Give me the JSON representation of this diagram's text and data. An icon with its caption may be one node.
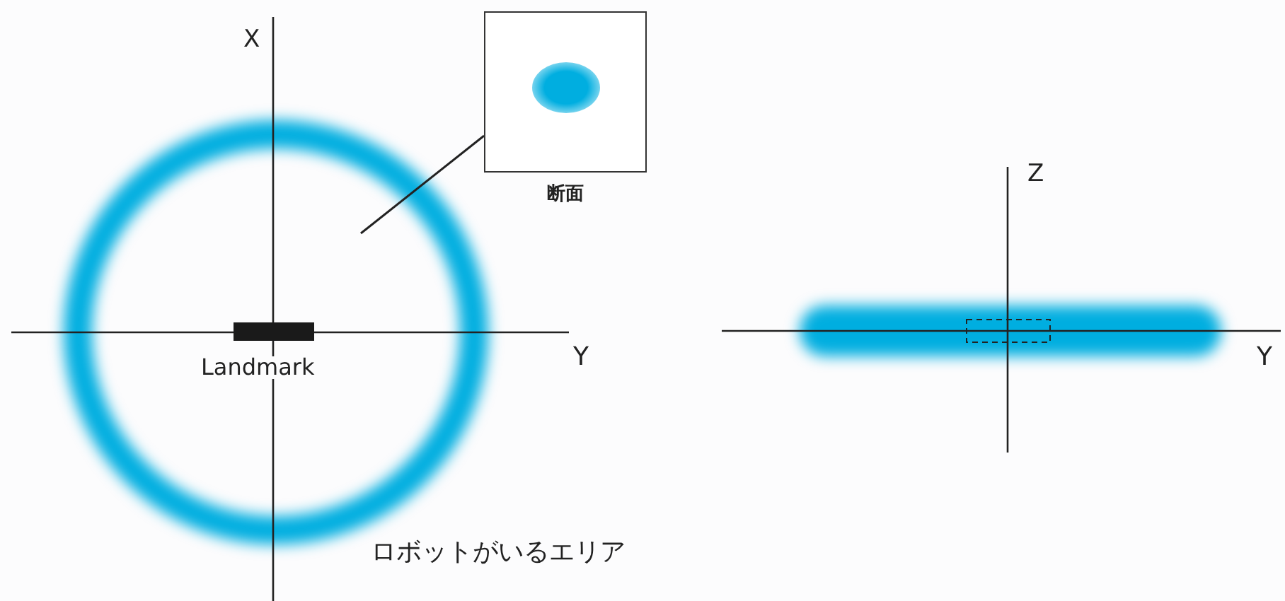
{
  "diagram": {
    "nodes": [
      {
        "text": [
          "断面"
        ]
      },
      {
        "text": [],
        "shape": "circle"
      }
    ],
    "edges": [
      {
        "from": 0,
        "to": 1,
        "arrow": "none"
      }
    ],
    "labels": [
      "X",
      "Y",
      "Landmark",
      "ロボットがいるエリア",
      "Z",
      "Y"
    ]
  }
}
